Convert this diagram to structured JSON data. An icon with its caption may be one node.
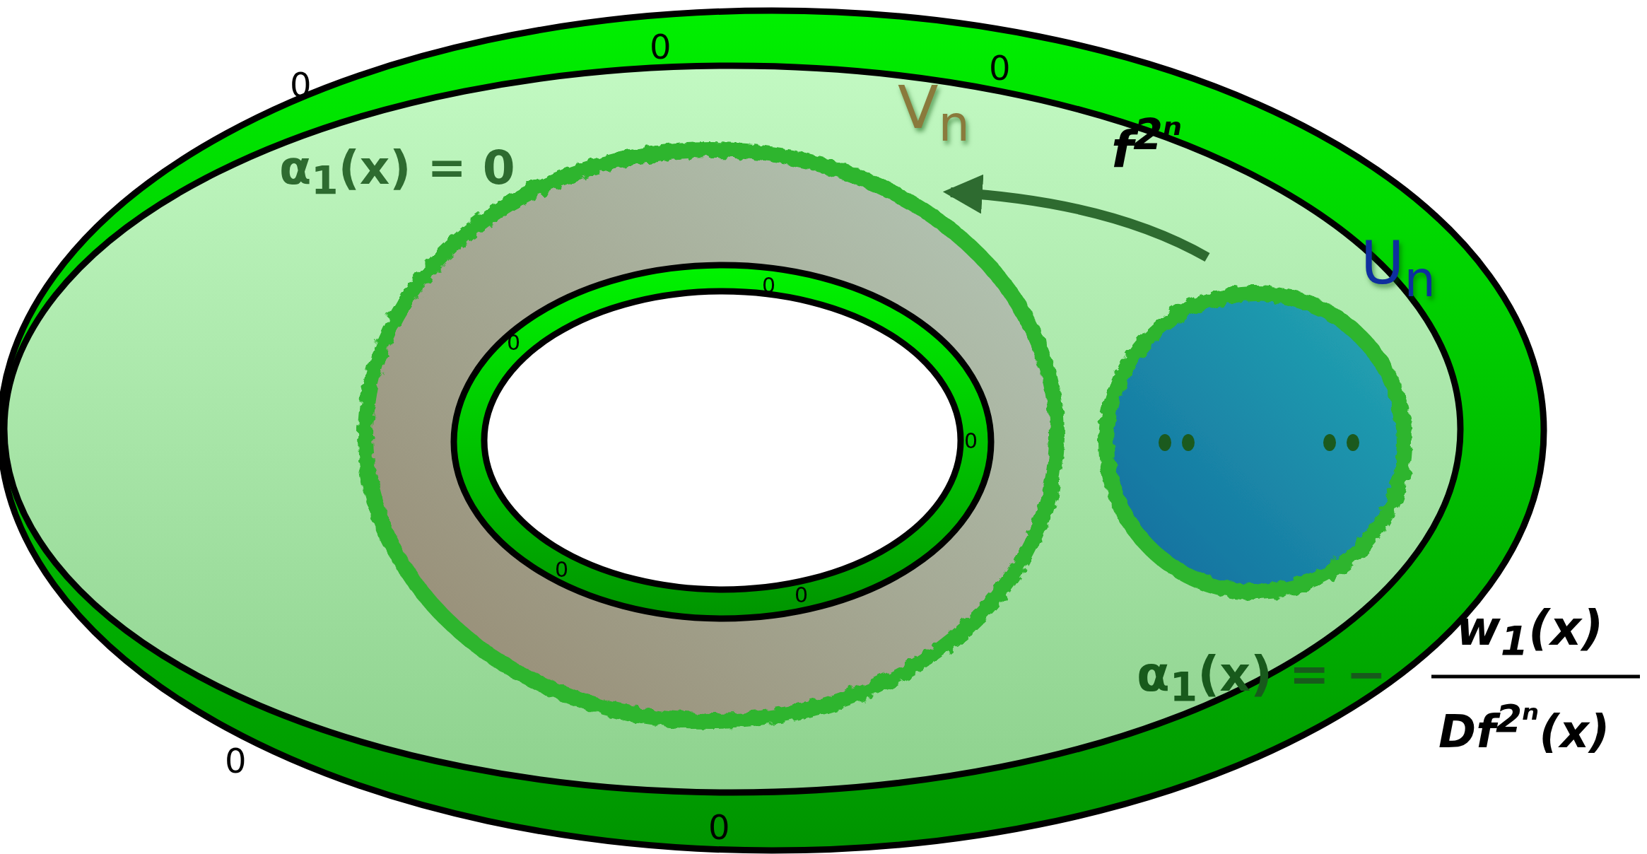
{
  "diagram": {
    "nodes": [
      {
        "text": [
          "V$_{n}$"
        ]
      },
      {
        "text": [
          "U$_{n}$"
        ]
      }
    ],
    "edges": [
      {
        "from": 1,
        "to": 0,
        "arrow": "to",
        "label": "f$^{2ⁿ}$",
        "color": "#2e6b30"
      }
    ],
    "labels": [
      "0",
      "0",
      "0",
      "α$_{1}$(x) = 0",
      "0",
      "0",
      "0",
      "0",
      "0",
      "0",
      "0",
      "α$_{1}$(x) = −",
      "w$_{1}$(x)",
      "Df$^{2ⁿ}$(x)"
    ]
  }
}
